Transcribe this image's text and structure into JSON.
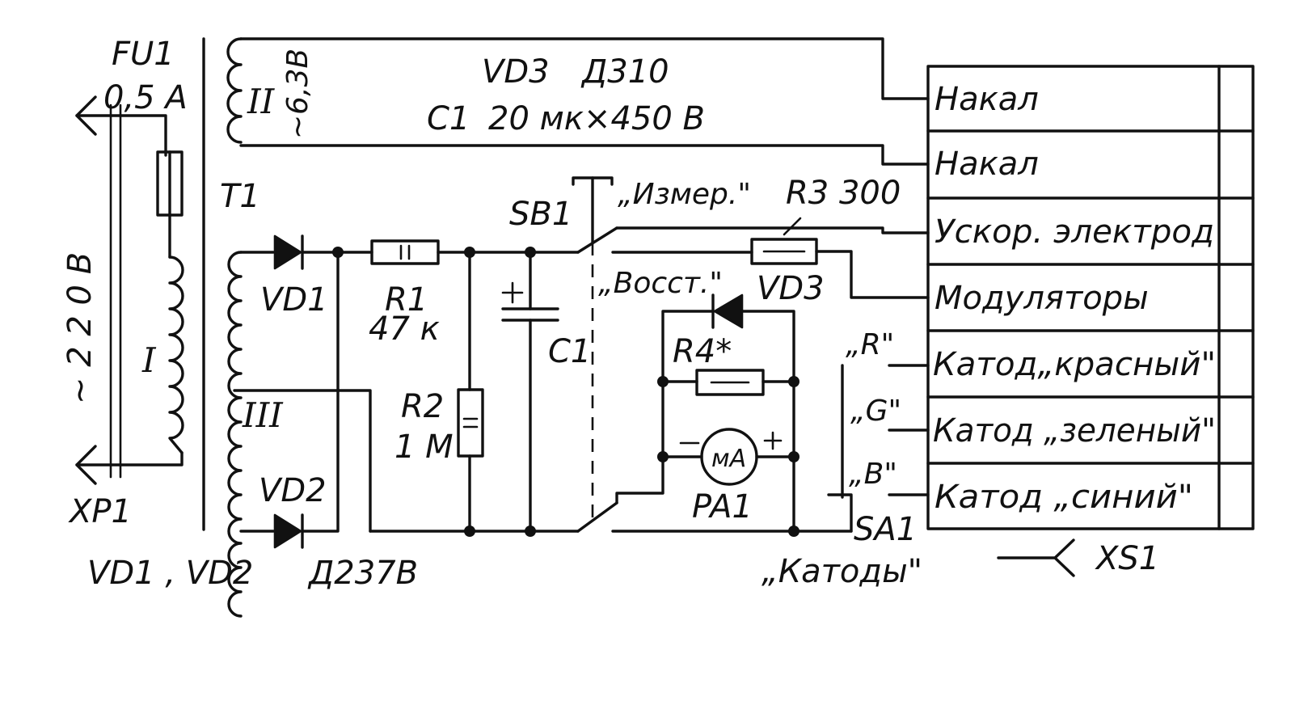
{
  "labels": {
    "fu1": "FU1",
    "fu1_rating": "0,5 A",
    "mains_voltage": "~ 2 2 0  В",
    "xp1": "XP1",
    "t1": "T1",
    "winding_1": "I",
    "winding_2": "II",
    "winding_2_voltage": "~6,3В",
    "winding_3": "III",
    "vd1": "VD1",
    "vd2": "VD2",
    "diode_note_names": "VD1 , VD2",
    "diode_note_type": "Д237В",
    "vd3_note_name": "VD3",
    "vd3_note_type": "Д310",
    "c1_note_name": "C1",
    "c1_note_value": "20 мк×450 В",
    "r1": "R1",
    "r1_value": "47 к",
    "r2": "R2",
    "r2_value": "1 М",
    "c1": "C1",
    "sb1": "SB1",
    "sb1_measure": "„Измер.\"",
    "sb1_restore": "„Восст.\"",
    "r3": "R3 300",
    "vd3": "VD3",
    "r4": "R4*",
    "meter_unit": "мА",
    "pa1": "PA1",
    "sa1": "SA1",
    "sa1_caption": "„Катоды\"",
    "sa1_r": "„R\"",
    "sa1_g": "„G\"",
    "sa1_b": "„B\"",
    "xs1": "XS1"
  },
  "connector_pins": [
    "Накал",
    "Накал",
    "Ускор. электрод",
    "Модуляторы",
    "Катод„красный\"",
    "Катод „зеленый\"",
    "Катод „синий\""
  ]
}
